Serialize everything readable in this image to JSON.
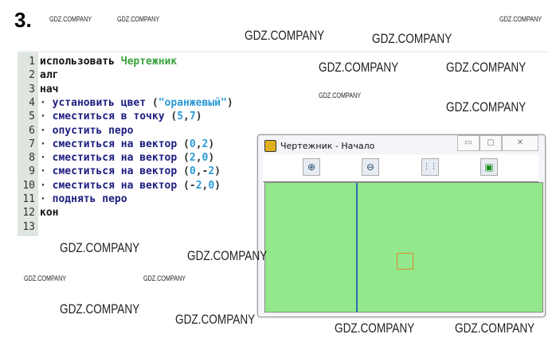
{
  "task_number": "3.",
  "watermark": "GDZ.COMPANY",
  "code": {
    "lines": [
      {
        "n": "1",
        "parts": [
          [
            "kw",
            "использовать "
          ],
          [
            "mod",
            "Чертежник"
          ]
        ]
      },
      {
        "n": "2",
        "parts": [
          [
            "kw",
            "алг"
          ]
        ]
      },
      {
        "n": "3",
        "parts": [
          [
            "kw",
            "нач"
          ]
        ]
      },
      {
        "n": "4",
        "parts": [
          [
            "p",
            "· "
          ],
          [
            "cmd",
            "установить цвет "
          ],
          [
            "p",
            "("
          ],
          [
            "str",
            "\"оранжевый\""
          ],
          [
            "p",
            ")"
          ]
        ]
      },
      {
        "n": "5",
        "parts": [
          [
            "p",
            "· "
          ],
          [
            "cmd",
            "сместиться в точку "
          ],
          [
            "p",
            "("
          ],
          [
            "n",
            "5"
          ],
          [
            "p",
            ","
          ],
          [
            "n",
            "7"
          ],
          [
            "p",
            ")"
          ]
        ]
      },
      {
        "n": "6",
        "parts": [
          [
            "p",
            "· "
          ],
          [
            "cmd",
            "опустить перо"
          ]
        ]
      },
      {
        "n": "7",
        "parts": [
          [
            "p",
            "· "
          ],
          [
            "cmd",
            "сместиться на вектор "
          ],
          [
            "p",
            "("
          ],
          [
            "n",
            "0"
          ],
          [
            "p",
            ","
          ],
          [
            "n",
            "2"
          ],
          [
            "p",
            ")"
          ]
        ]
      },
      {
        "n": "8",
        "parts": [
          [
            "p",
            "· "
          ],
          [
            "cmd",
            "сместиться на вектор "
          ],
          [
            "p",
            "("
          ],
          [
            "n",
            "2"
          ],
          [
            "p",
            ","
          ],
          [
            "n",
            "0"
          ],
          [
            "p",
            ")"
          ]
        ]
      },
      {
        "n": "9",
        "parts": [
          [
            "p",
            "· "
          ],
          [
            "cmd",
            "сместиться на вектор "
          ],
          [
            "p",
            "("
          ],
          [
            "n",
            "0"
          ],
          [
            "p",
            ",-"
          ],
          [
            "n",
            "2"
          ],
          [
            "p",
            ")"
          ]
        ]
      },
      {
        "n": "10",
        "parts": [
          [
            "p",
            "· "
          ],
          [
            "cmd",
            "сместиться на вектор "
          ],
          [
            "p",
            "(-"
          ],
          [
            "n",
            "2"
          ],
          [
            "p",
            ","
          ],
          [
            "n",
            "0"
          ],
          [
            "p",
            ")"
          ]
        ]
      },
      {
        "n": "11",
        "parts": [
          [
            "p",
            "· "
          ],
          [
            "cmd",
            "поднять перо"
          ]
        ]
      },
      {
        "n": "12",
        "parts": [
          [
            "kw",
            "кон"
          ]
        ]
      },
      {
        "n": "13",
        "parts": []
      }
    ]
  },
  "window": {
    "title": "Чертежник - Начало",
    "minimize": "▭",
    "maximize": "▢",
    "close": "✕",
    "tools": [
      {
        "name": "zoom-in-icon",
        "glyph": "⊕"
      },
      {
        "name": "zoom-out-icon",
        "glyph": "⊖"
      },
      {
        "name": "grid-icon",
        "glyph": "⋮⋮"
      },
      {
        "name": "fit-icon",
        "glyph": "▣"
      }
    ],
    "colors": {
      "canvas": "#92e88a",
      "axis": "#2a6ab8",
      "pen": "#e08a3a"
    }
  }
}
